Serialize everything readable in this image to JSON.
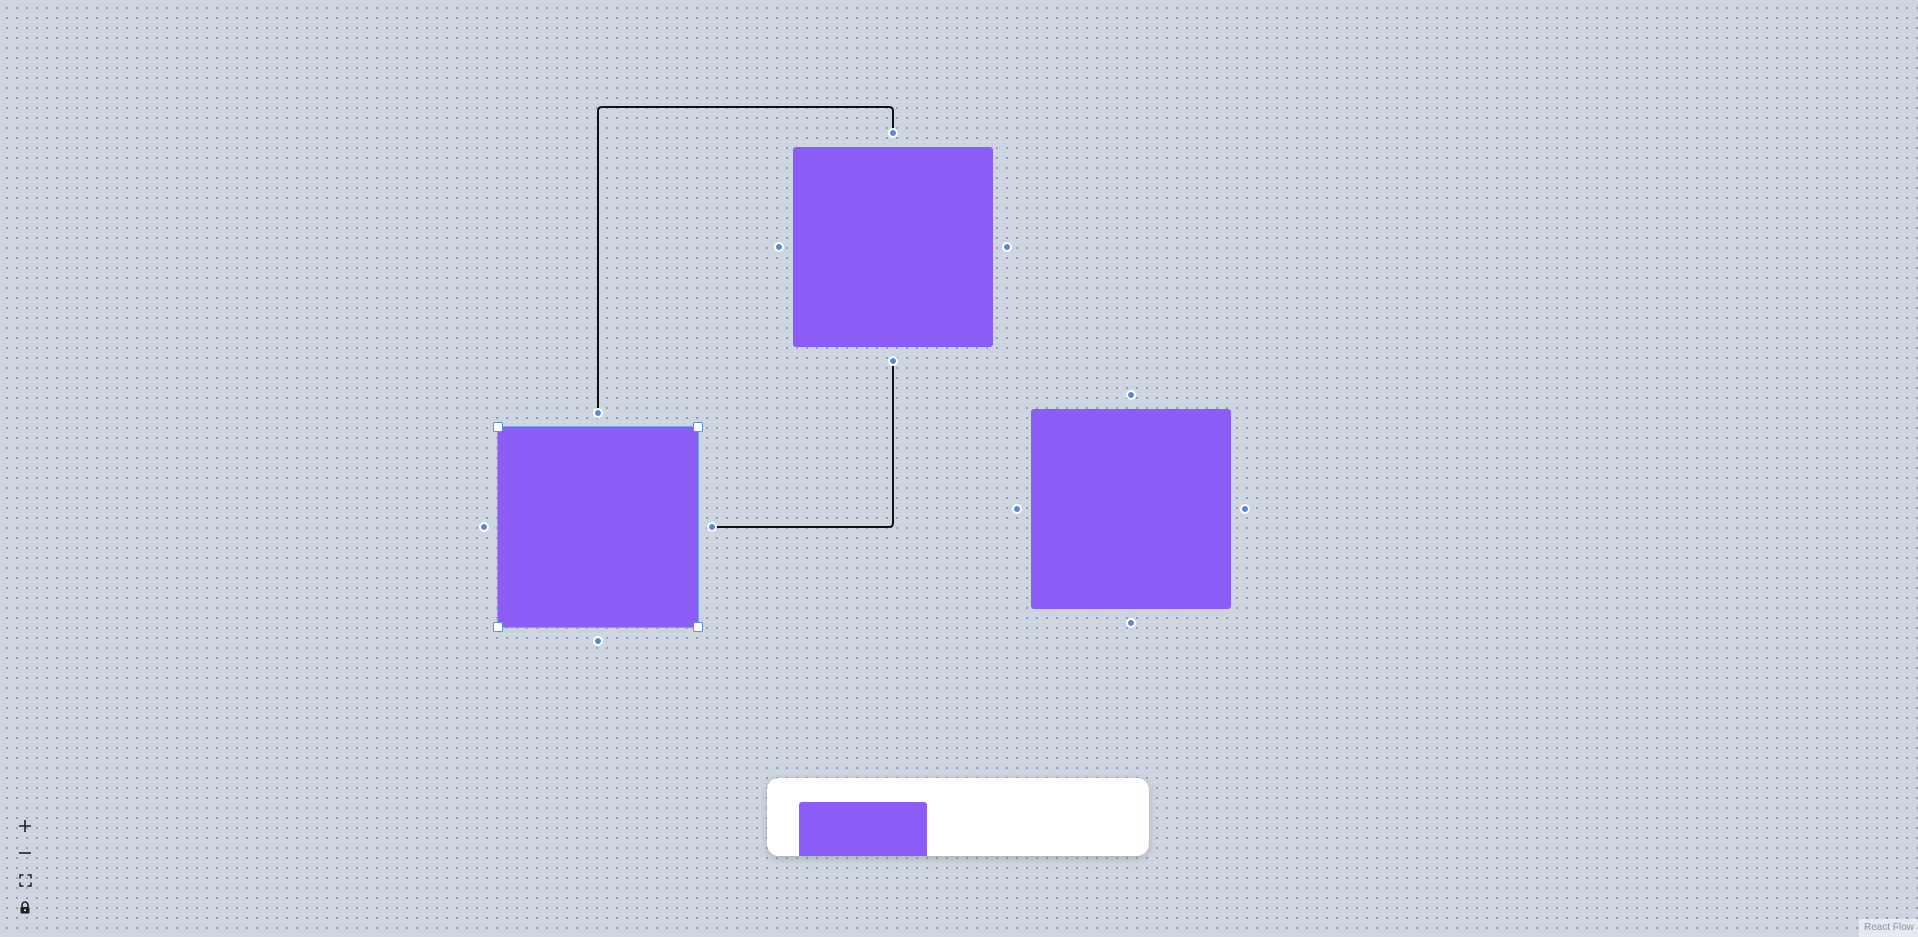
{
  "canvas": {
    "background": "#cdd5e0",
    "dot_color": "#8f9bb0",
    "node_color": "#8b5cf6",
    "handle_color": "#5b87d6",
    "selection_color": "#5b8fe8",
    "edge_color": "#111111"
  },
  "nodes": [
    {
      "id": "node-1",
      "selected": false,
      "handles": [
        "top",
        "left",
        "right",
        "bottom"
      ]
    },
    {
      "id": "node-2",
      "selected": true,
      "handles": [
        "top",
        "left",
        "right",
        "bottom"
      ]
    },
    {
      "id": "node-3",
      "selected": false,
      "handles": [
        "top",
        "left",
        "right",
        "bottom"
      ]
    }
  ],
  "edges": [
    {
      "source": "node-2",
      "source_handle": "top",
      "target": "node-1",
      "target_handle": "top",
      "type": "step"
    },
    {
      "source": "node-2",
      "source_handle": "right",
      "target": "node-1",
      "target_handle": "bottom",
      "type": "step"
    }
  ],
  "palette": {
    "items": [
      {
        "label": "",
        "icon": "purple-node-shape"
      }
    ]
  },
  "controls": {
    "buttons": [
      {
        "icon": "plus-icon",
        "action": "zoom-in"
      },
      {
        "icon": "minus-icon",
        "action": "zoom-out"
      },
      {
        "icon": "fit-view-icon",
        "action": "fit-view"
      },
      {
        "icon": "lock-icon",
        "action": "toggle-interactivity"
      }
    ]
  },
  "attribution": {
    "text": "React Flow"
  }
}
